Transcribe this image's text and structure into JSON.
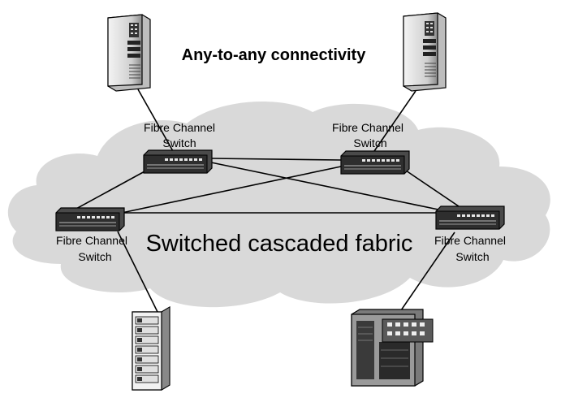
{
  "title": "Any-to-any connectivity",
  "fabric_label": "Switched cascaded fabric",
  "switches": [
    {
      "label_line1": "Fibre Channel",
      "label_line2": "Switch"
    },
    {
      "label_line1": "Fibre Channel",
      "label_line2": "Switch"
    },
    {
      "label_line1": "Fibre Channel",
      "label_line2": "Switch"
    },
    {
      "label_line1": "Fibre Channel",
      "label_line2": "Switch"
    }
  ],
  "devices": [
    {
      "icon": "server-tower-icon"
    },
    {
      "icon": "server-tower-icon"
    },
    {
      "icon": "storage-rack-icon"
    },
    {
      "icon": "storage-server-icon"
    }
  ],
  "colors": {
    "cloud": "#d9d9d9",
    "switch": "#2e2e2e",
    "line": "#000000"
  }
}
